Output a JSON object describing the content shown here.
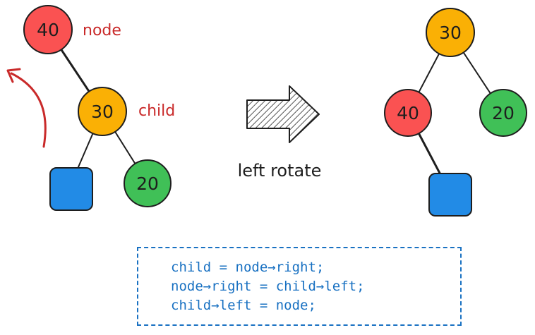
{
  "before": {
    "node_value": "40",
    "node_label": "node",
    "child_value": "30",
    "child_label": "child",
    "right_value": "20"
  },
  "after": {
    "root_value": "30",
    "left_value": "40",
    "right_value": "20"
  },
  "operation_label": "left rotate",
  "code": [
    "child = node→right;",
    "node→right = child→left;",
    "child→left = node;"
  ],
  "colors": {
    "red_node": "#fa5252",
    "orange_node": "#fab005",
    "green_node": "#40c057",
    "blue_subtree": "#228be6",
    "annotation_red": "#c92a2a",
    "code_blue": "#1971c2"
  }
}
